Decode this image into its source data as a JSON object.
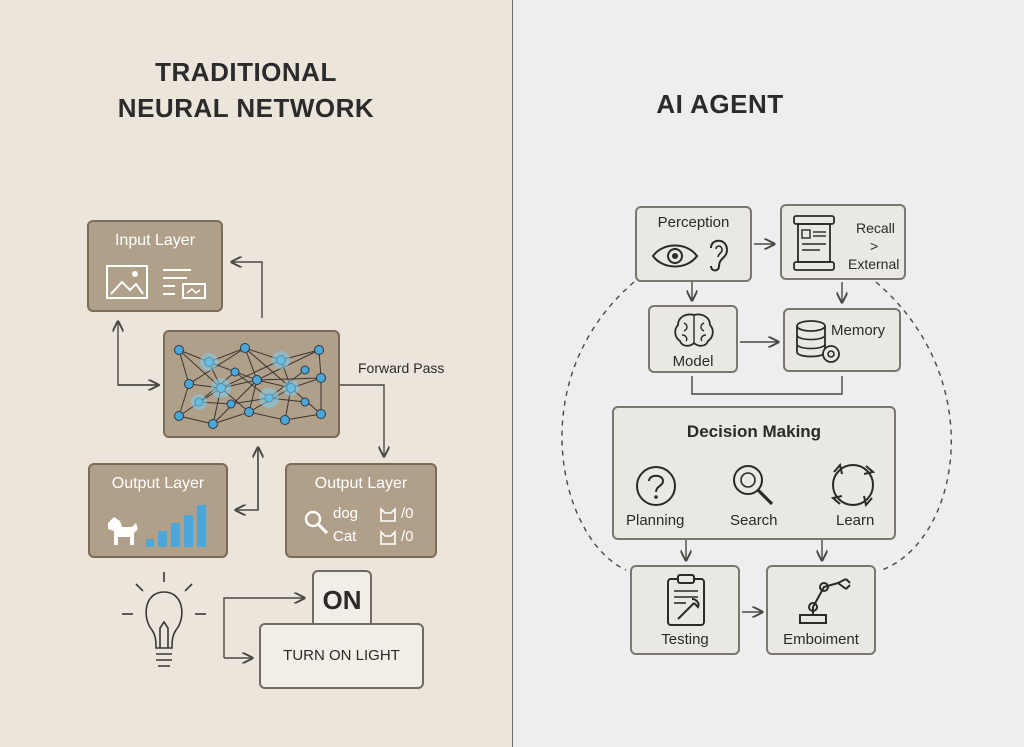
{
  "left": {
    "title_line1": "TRADITIONAL",
    "title_line2": "NEURAL NETWORK",
    "input_layer": "Input Layer",
    "forward_pass": "Forward Pass",
    "output_layer_1": "Output Layer",
    "output_layer_2": "Output Layer",
    "class_dog": "dog",
    "class_cat": "Cat",
    "score_dog": "/0",
    "score_cat": "/0",
    "on_label": "ON",
    "turn_on_light": "TURN ON LIGHT",
    "bar_color": "#4aa7d8"
  },
  "right": {
    "title": "AI AGENT",
    "perception": "Perception",
    "recall": "Recall",
    "recall_arrow": ">",
    "external": "External",
    "model": "Model",
    "memory": "Memory",
    "decision_making": "Decision Making",
    "planning": "Planning",
    "search": "Search",
    "learn": "Learn",
    "testing": "Testing",
    "emboiment": "Emboiment"
  },
  "icons": [
    "image-icon",
    "document-icon",
    "dog-icon",
    "bar-chart-icon",
    "search-icon",
    "cat-icon",
    "lightbulb-icon",
    "eye-icon",
    "ear-icon",
    "scroll-icon",
    "brain-icon",
    "database-gear-icon",
    "question-icon",
    "magnifier-icon",
    "cycle-icon",
    "clipboard-icon",
    "robot-arm-icon"
  ]
}
